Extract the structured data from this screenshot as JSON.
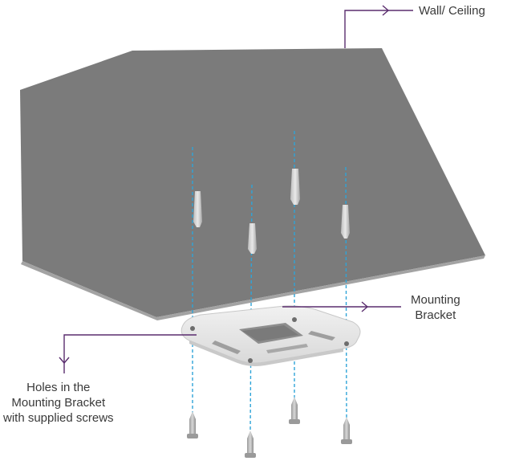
{
  "labels": {
    "wall_ceiling": "Wall/ Ceiling",
    "mounting_bracket_line1": "Mounting",
    "mounting_bracket_line2": "Bracket",
    "holes_line1": "Holes in the",
    "holes_line2": "Mounting Bracket",
    "holes_line3": "with supplied screws"
  },
  "colors": {
    "wall": "#7a7a7a",
    "wall_edge": "#9a9a9a",
    "callout_line": "#5a2d6e",
    "guide_line": "#2fa4d8",
    "bracket": "#e6e6e6",
    "screw": "#a8a8a8",
    "label_text": "#3a3a3a"
  }
}
